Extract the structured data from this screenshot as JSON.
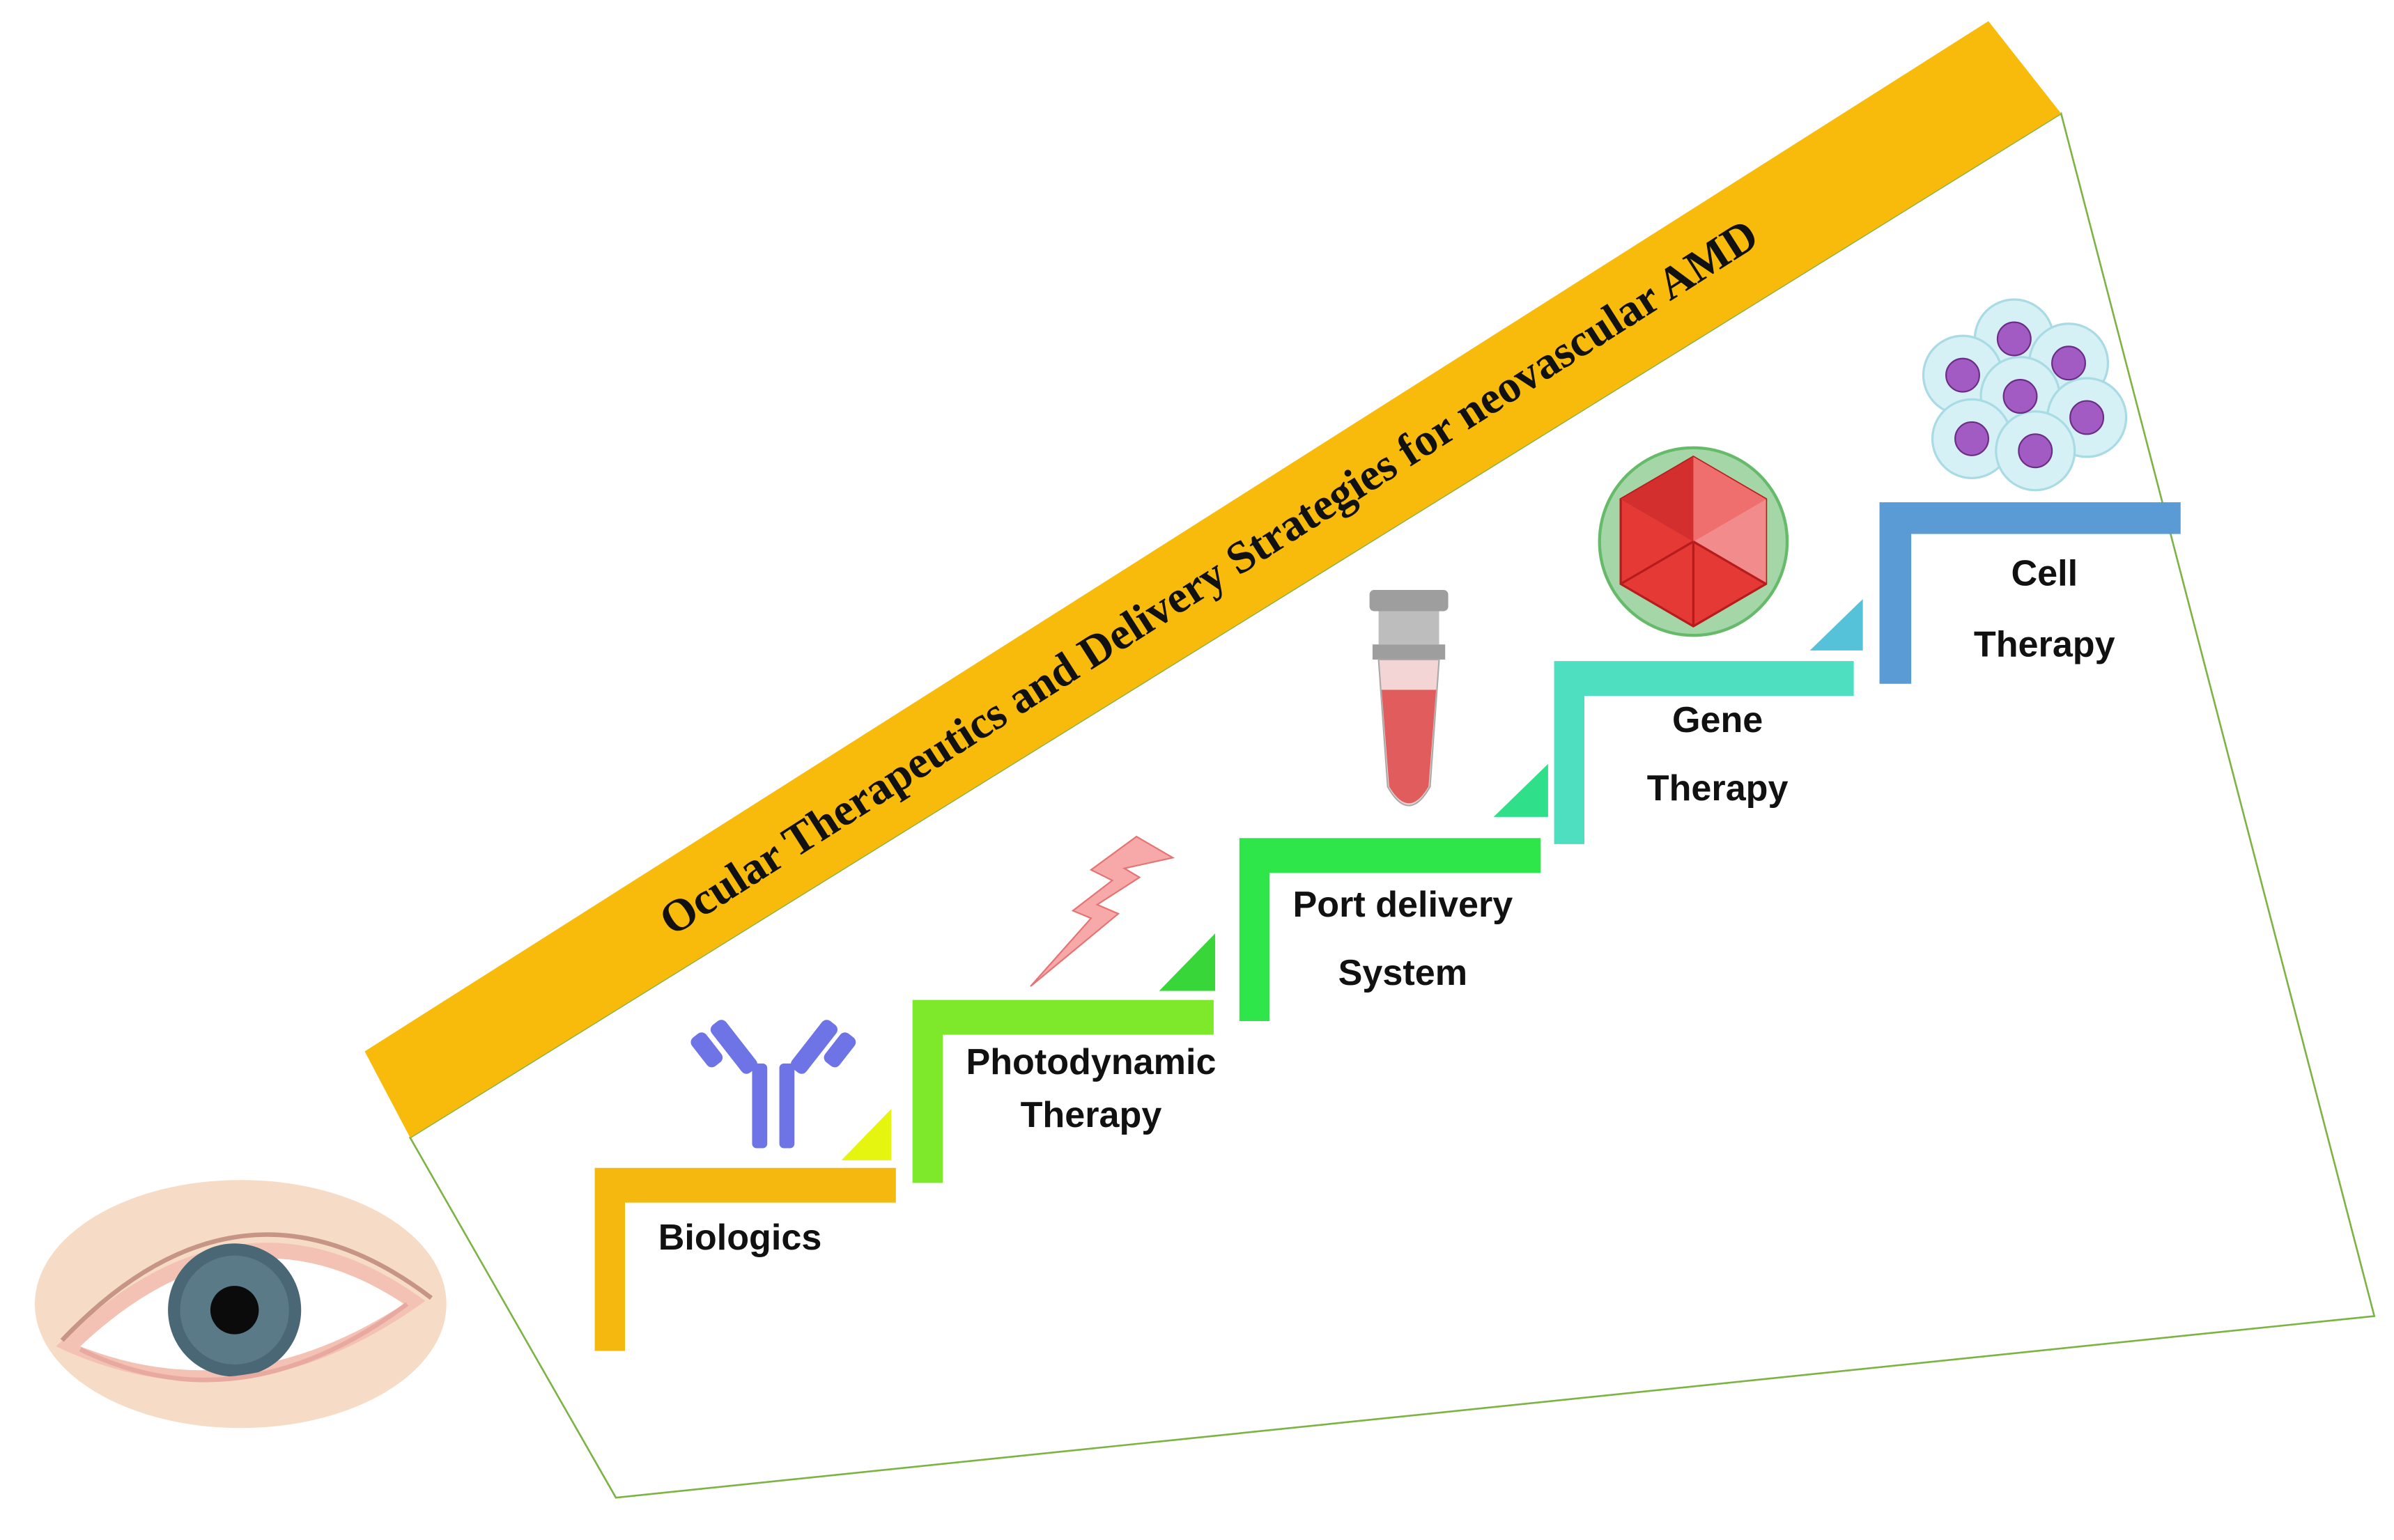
{
  "title": "Ocular Therapeutics and Delivery Strategies for neovascular AMD",
  "steps": [
    {
      "line1": "Biologics",
      "line2": "",
      "color": "#f5b80f",
      "icon": "antibody-icon"
    },
    {
      "line1": "Photodynamic",
      "line2": "Therapy",
      "color": "#7ee82a",
      "icon": "lightning-icon"
    },
    {
      "line1": "Port delivery",
      "line2": "System",
      "color": "#2ee64a",
      "icon": "tube-icon"
    },
    {
      "line1": "Gene",
      "line2": "Therapy",
      "color": "#4ddfc0",
      "icon": "virus-icon"
    },
    {
      "line1": "Cell",
      "line2": "Therapy",
      "color": "#5b9bd5",
      "icon": "cells-icon"
    }
  ],
  "colors": {
    "banner": "#f8bb0b",
    "panel_border": "#7cb342",
    "antibody": "#6e73e6",
    "lightning": "#f7a9a9",
    "tube_liquid": "#e15c5c",
    "virus": "#e53935",
    "cells": "#a35bc4",
    "iris": "#4a6775"
  }
}
